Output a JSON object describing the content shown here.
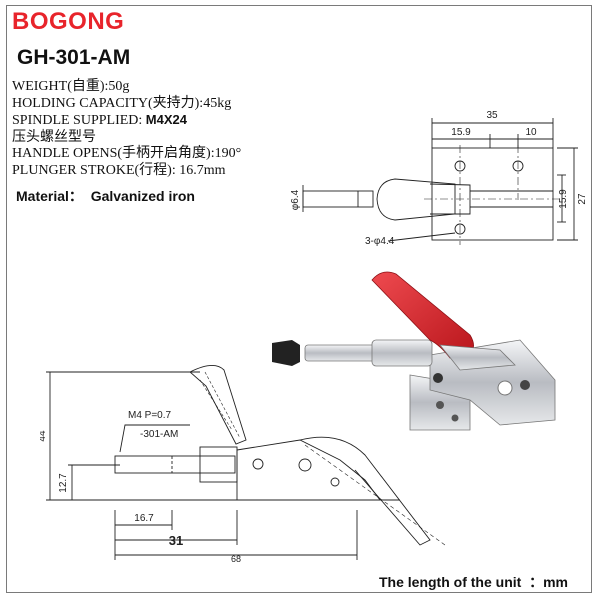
{
  "brand": "BOGONG",
  "model": "GH-301-AM",
  "specs": {
    "weight": "WEIGHT(自重):50g",
    "holding_capacity": "HOLDING CAPACITY(夹持力):45kg",
    "spindle_label": "SPINDLE SUPPLIED:",
    "spindle_value": "M4X24",
    "spindle_cn": "压头螺丝型号",
    "handle_opens": "HANDLE OPENS(手柄开启角度):190°",
    "plunger_stroke": "PLUNGER STROKE(行程): 16.7mm"
  },
  "material": "Material：  Galvanized iron",
  "top_drawing": {
    "width_total": "35",
    "width_a": "15.9",
    "width_b": "10",
    "height_inner": "15.9",
    "height_total": "27",
    "rod_dia": "φ6.4",
    "holes": "3-φ4.4"
  },
  "side_drawing": {
    "height_total": "44",
    "height_rod": "12.7",
    "thread_label": "M4 P=0.7",
    "thread_suffix": "-301-AM",
    "stroke": "16.7",
    "length_a": "31",
    "length_total": "68"
  },
  "units_note": "The length of the unit  ：mm",
  "colors": {
    "brand_red": "#e8242b",
    "handle_red": "#d8242a",
    "metal": "#c9ccd1"
  }
}
